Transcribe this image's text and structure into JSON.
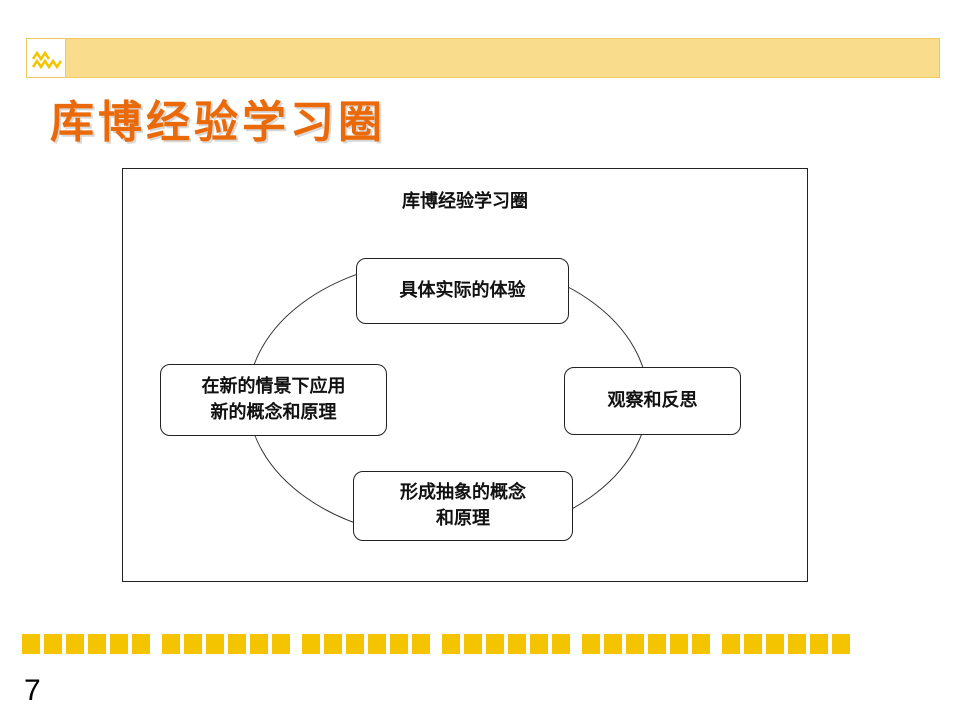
{
  "slide": {
    "title": "库博经验学习圈",
    "page_number": "7",
    "colors": {
      "title": "#ea6a0a",
      "top_bar": "#fadd8c",
      "bottom_squares": "#f5c400"
    },
    "logo_icon": "mountain-waves-logo"
  },
  "diagram": {
    "title": "库博经验学习圈",
    "nodes": {
      "top": {
        "lines": [
          "具体实际的体验"
        ]
      },
      "right": {
        "lines": [
          "观察和反思"
        ]
      },
      "bottom": {
        "lines": [
          "形成抽象的概念",
          "和原理"
        ]
      },
      "left": {
        "lines": [
          "在新的情景下应用",
          "新的概念和原理"
        ]
      }
    }
  }
}
